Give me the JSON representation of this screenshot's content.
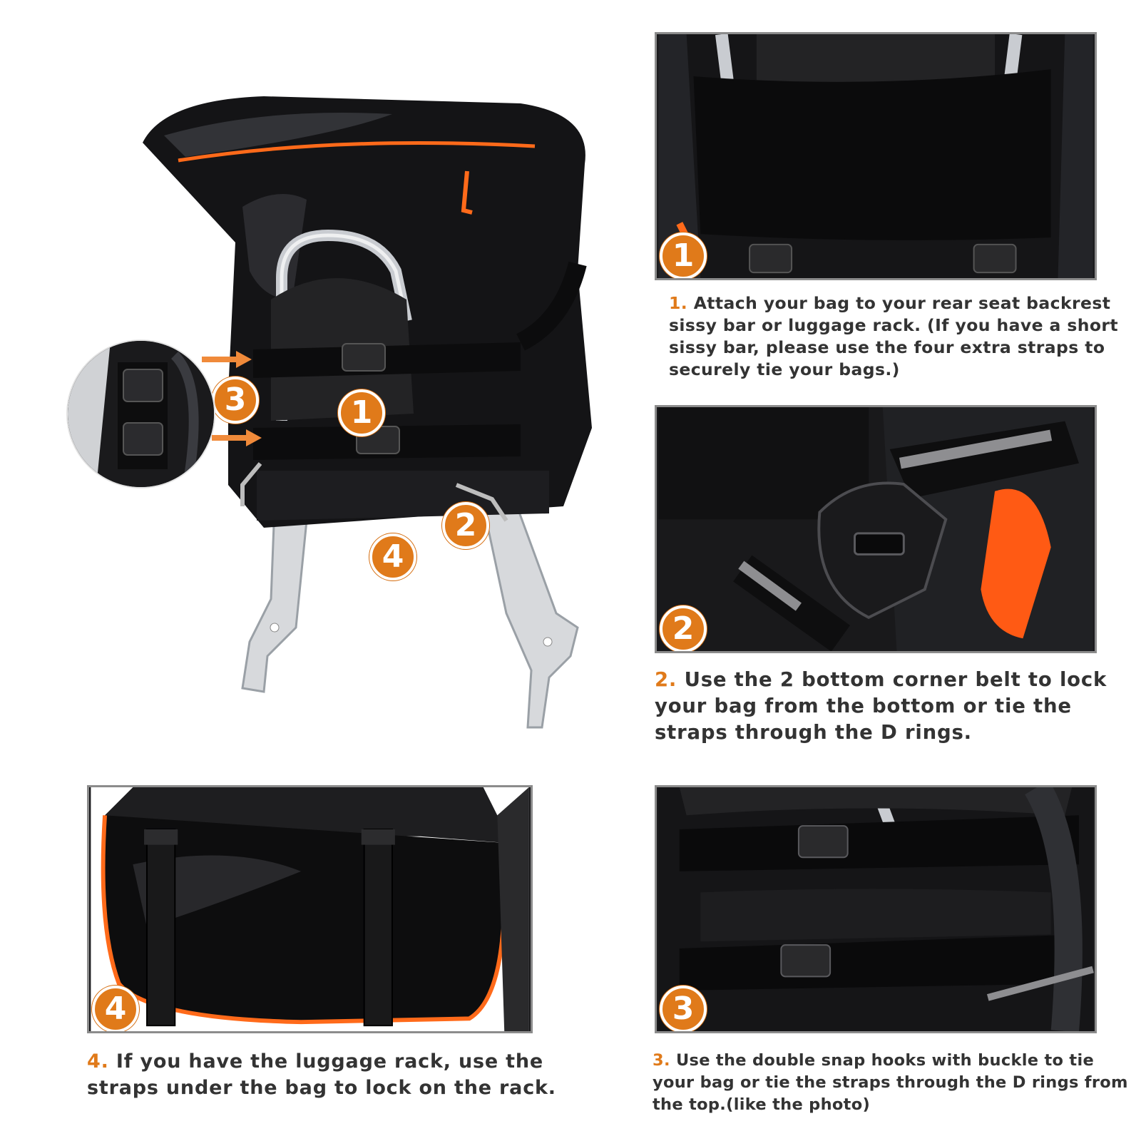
{
  "colors": {
    "accent": "#e07a1a",
    "text": "#333333",
    "frame": "#8c8c8c",
    "bag": "#1b1b1d"
  },
  "badges": [
    "1",
    "2",
    "3",
    "4"
  ],
  "steps": [
    {
      "num": "1.",
      "text": "Attach your bag to your rear seat backrest sissy bar or luggage rack. (If you have a short sissy bar, please use the four extra straps to securely tie your bags.)"
    },
    {
      "num": "2.",
      "text": "Use the 2 bottom corner belt to lock your bag from the bottom or tie the straps through the D rings."
    },
    {
      "num": "3.",
      "text": "Use the double snap hooks with buckle to tie your bag or tie the straps through the D rings from the top.(like the photo)"
    },
    {
      "num": "4.",
      "text": "If you have the luggage rack, use the straps under the bag to lock on the rack."
    }
  ]
}
